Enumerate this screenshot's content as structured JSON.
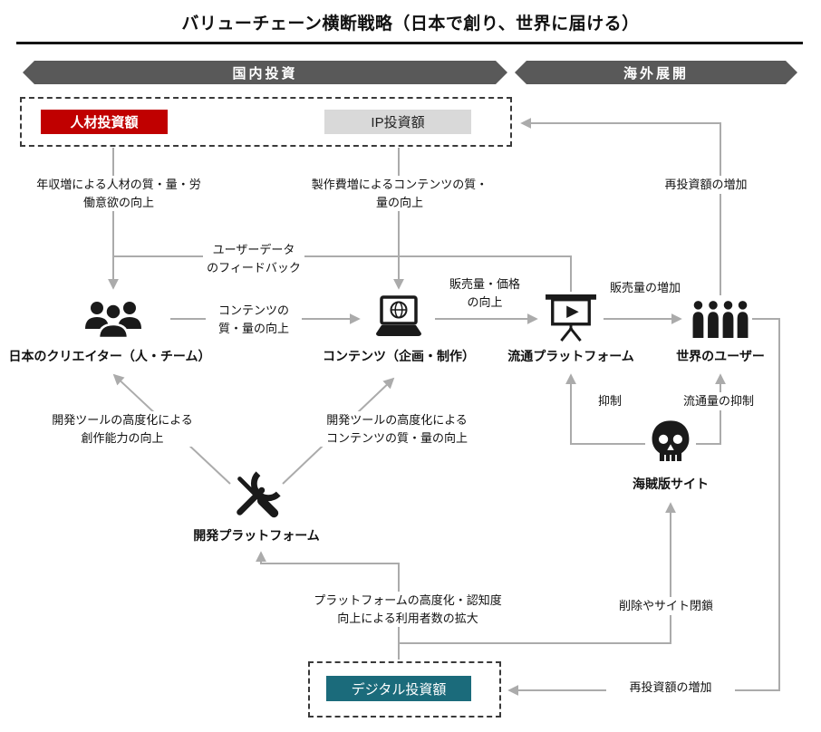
{
  "title": "バリューチェーン横断戦略（日本で創り、世界に届ける）",
  "banners": {
    "domestic": "国内投資",
    "overseas": "海外展開"
  },
  "investment_boxes": {
    "talent": "人材投資額",
    "ip": "IP投資額",
    "digital": "デジタル投資額"
  },
  "nodes": {
    "creators": "日本のクリエイター（人・チーム）",
    "content": "コンテンツ（企画・制作）",
    "distribution": "流通プラットフォーム",
    "global_users": "世界のユーザー",
    "dev_platform": "開発プラットフォーム",
    "pirate_sites": "海賊版サイト"
  },
  "annotations": {
    "talent_effect": "年収増による人材の質・量・労\n働意欲の向上",
    "ip_effect": "製作費増によるコンテンツの質・\n量の向上",
    "reinvest_top": "再投資額の増加",
    "user_feedback": "ユーザーデータ\nのフィードバック",
    "content_quality": "コンテンツの\n質・量の向上",
    "sales_price": "販売量・価格\nの向上",
    "sales_increase": "販売量の増加",
    "dev_tool_creator": "開発ツールの高度化による\n創作能力の向上",
    "dev_tool_content": "開発ツールの高度化による\nコンテンツの質・量の向上",
    "suppression": "抑制",
    "distribution_suppression": "流通量の抑制",
    "platform_expansion": "プラットフォームの高度化・認知度\n向上による利用者数の拡大",
    "deletion": "削除やサイト閉鎖",
    "reinvest_bottom": "再投資額の増加"
  },
  "icons": {
    "creators": "people-group-icon",
    "content": "laptop-globe-icon",
    "distribution": "presentation-play-icon",
    "global_users": "audience-icon",
    "dev_platform": "crossed-tools-icon",
    "pirate_sites": "skull-icon"
  },
  "colors": {
    "talent_box": "#C00000",
    "ip_box": "#D9D9D9",
    "digital_box": "#1B6B7B",
    "banner": "#595959",
    "arrow": "#ABABAB",
    "icon": "#1A1A1A"
  }
}
